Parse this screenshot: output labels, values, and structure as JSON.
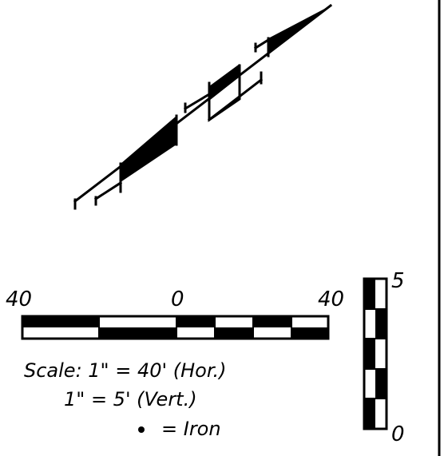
{
  "scale_bar": {
    "left_label": "40",
    "center_label": "0",
    "right_label": "40"
  },
  "vertical_scale": {
    "top_label": "5",
    "bottom_label": "0"
  },
  "legend": {
    "line1": "Scale: 1\" = 40' (Hor.)",
    "line2": "1\" = 5' (Vert.)",
    "line3": "= Iron"
  },
  "colors": {
    "ink": "#000000",
    "paper": "#ffffff"
  }
}
